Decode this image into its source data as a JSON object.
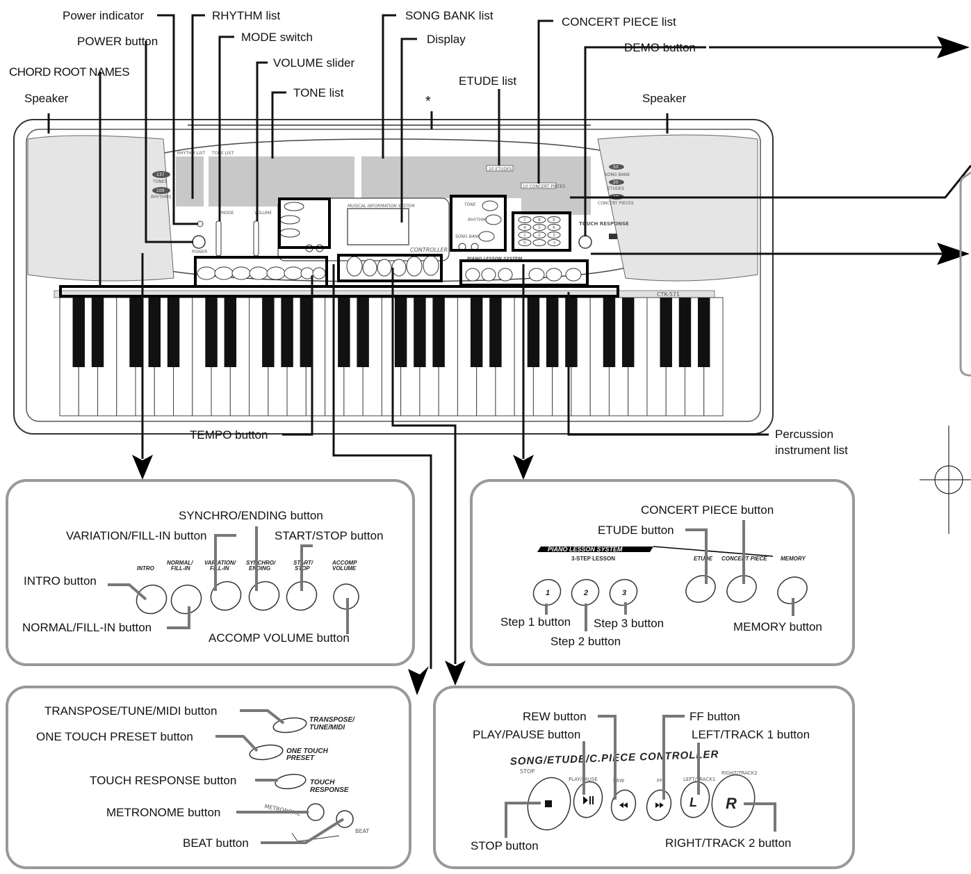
{
  "top_labels": {
    "power_indicator": "Power indicator",
    "power_button": "POWER button",
    "chord_root_names": "CHORD ROOT NAMES",
    "speaker_left": "Speaker",
    "rhythm_list": "RHYTHM list",
    "mode_switch": "MODE switch",
    "volume_slider": "VOLUME slider",
    "tone_list": "TONE list",
    "song_bank_list": "SONG BANK list",
    "display": "Display",
    "concert_piece_list": "CONCERT PIECE list",
    "demo_button": "DEMO button",
    "etude_list": "ETUDE list",
    "asterisk": "*",
    "speaker_right": "Speaker",
    "tempo_button": "TEMPO button",
    "percussion_list_line1": "Percussion",
    "percussion_list_line2": "instrument list"
  },
  "keyboard": {
    "tones_badge": "137",
    "tones_text": "TONES",
    "rhythms_badge": "100",
    "rhythms_text": "RHYTHMS",
    "song_bank_badge": "50",
    "song_bank_text": "SONG BANK",
    "etudes_badge": "20",
    "etudes_text": "ETUDES",
    "concert_badge": "10",
    "concert_text": "CONCERT PIECES",
    "touch_response": "TOUCH RESPONSE",
    "model": "CTK-571",
    "mode": "MODE",
    "volume": "VOLUME",
    "power": "POWER",
    "mis": "MUSICAL INFORMATION SYSTEM",
    "rhythm_strip": "RHYTHM LIST",
    "tone_strip": "TONE LIST",
    "etudes_box": "20 ETUDES",
    "concert_box": "10 CONCERT PIECES",
    "tone": "TONE",
    "rhythm": "RHYTHM",
    "song_bank": "SONG BANK",
    "piano_lesson": "PIANO LESSON SYSTEM",
    "controller": "CONTROLLER",
    "keypad": [
      "7",
      "8",
      "9",
      "4",
      "5",
      "6",
      "1",
      "2",
      "3",
      "0",
      "-",
      "+"
    ]
  },
  "rhythm_panel": {
    "synchro_label": "SYNCHRO/ENDING button",
    "variation_label": "VARIATION/FILL-IN button",
    "startstop_label": "START/STOP button",
    "intro_label": "INTRO button",
    "normal_label": "NORMAL/FILL-IN button",
    "accomp_label": "ACCOMP VOLUME button",
    "intro_btn": "INTRO",
    "normal_btn_1": "NORMAL/",
    "normal_btn_2": "FILL-IN",
    "variation_btn_1": "VARIATION/",
    "variation_btn_2": "FILL-IN",
    "synchro_btn_1": "SYNCHRO/",
    "synchro_btn_2": "ENDING",
    "startstop_btn_1": "START/",
    "startstop_btn_2": "STOP",
    "accomp_btn_1": "ACCOMP",
    "accomp_btn_2": "VOLUME"
  },
  "lesson_panel": {
    "concert_label": "CONCERT PIECE button",
    "etude_label": "ETUDE button",
    "system_title": "PIANO LESSON SYSTEM",
    "three_step": "3-STEP LESSON",
    "etude_btn": "ETUDE",
    "concert_btn": "CONCERT PIECE",
    "memory_btn": "MEMORY",
    "step1_label": "Step 1 button",
    "step2_label": "Step 2 button",
    "step3_label": "Step 3 button",
    "memory_label": "MEMORY button",
    "step_numbers": [
      "1",
      "2",
      "3"
    ]
  },
  "transpose_panel": {
    "transpose_label": "TRANSPOSE/TUNE/MIDI button",
    "onetouch_label": "ONE TOUCH PRESET button",
    "touch_label": "TOUCH RESPONSE button",
    "metronome_label": "METRONOME button",
    "beat_label": "BEAT button",
    "transpose_btn_1": "TRANSPOSE/",
    "transpose_btn_2": "TUNE/MIDI",
    "onetouch_btn_1": "ONE TOUCH",
    "onetouch_btn_2": "PRESET",
    "touch_btn_1": "TOUCH",
    "touch_btn_2": "RESPONSE",
    "metronome_btn": "METRONOME",
    "beat_btn": "BEAT"
  },
  "controller_panel": {
    "rew_label": "REW button",
    "ff_label": "FF button",
    "playpause_label": "PLAY/PAUSE button",
    "left_label": "LEFT/TRACK 1 button",
    "title": "SONG/ETUDE/C.PIECE CONTROLLER",
    "stop_btn": "STOP",
    "playpause_btn": "PLAY/PAUSE",
    "rew_btn": "REW",
    "ff_btn": "FF",
    "left_btn": "LEFT/TRACK1",
    "right_btn": "RIGHT/TRACK2",
    "left_letter": "L",
    "right_letter": "R",
    "stop_label": "STOP button",
    "right_label": "RIGHT/TRACK 2 button"
  }
}
